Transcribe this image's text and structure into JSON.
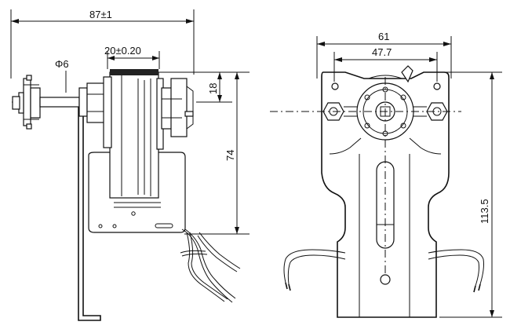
{
  "dimensions": {
    "overall_width": "87±1",
    "shaft_diameter": "Φ6",
    "core_width": "20±0.20",
    "top_offset": "18",
    "height_side": "74",
    "bracket_width": "61",
    "hole_spacing": "47.7",
    "height_front": "113.5"
  }
}
